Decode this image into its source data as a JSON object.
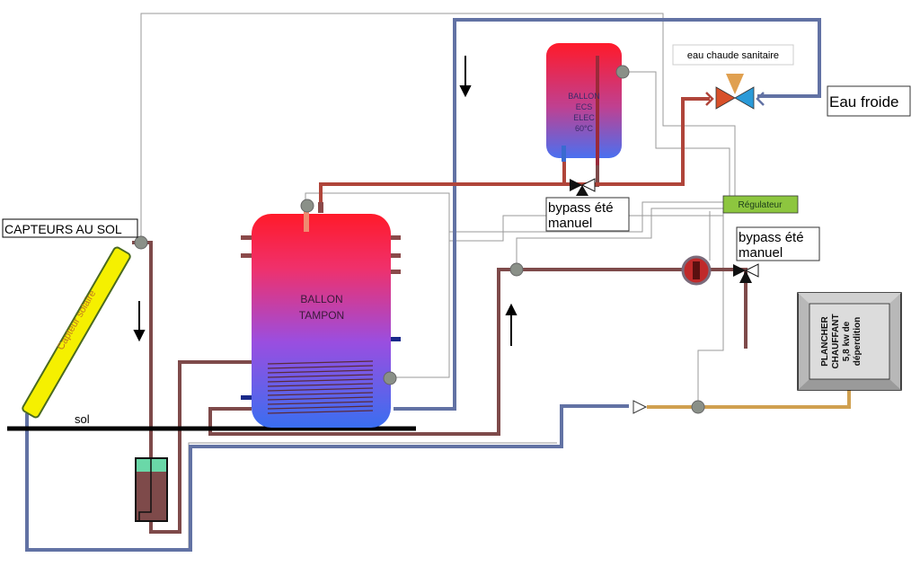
{
  "labels": {
    "capteurs_au_sol": "CAPTEURS AU SOL",
    "capteur_solaire": "Capteur solaire",
    "sol": "sol",
    "ballon_tampon": [
      "BALLON",
      "TAMPON"
    ],
    "ballon_ecs": [
      "BALLON",
      "ECS",
      "ELEC",
      "60°C"
    ],
    "eau_chaude_sanitaire": "eau chaude sanitaire",
    "eau_froide": "Eau froide",
    "regulateur": "Régulateur",
    "bypass_1": [
      "bypass été",
      "manuel"
    ],
    "bypass_2": [
      "bypass été",
      "manuel"
    ],
    "plancher": [
      "PLANCHER",
      "CHAUFFANT",
      "5,8 kw de",
      "déperdition"
    ]
  },
  "colors": {
    "cold_pipe": "#6272a4",
    "return_pipe": "#7e4a4a",
    "hot_pipe": "#b0453a",
    "floor_return": "#d0a050",
    "sensor_wire": "#9a9a9a",
    "regulator": "#8dc63f",
    "collector": "#f5f000"
  }
}
